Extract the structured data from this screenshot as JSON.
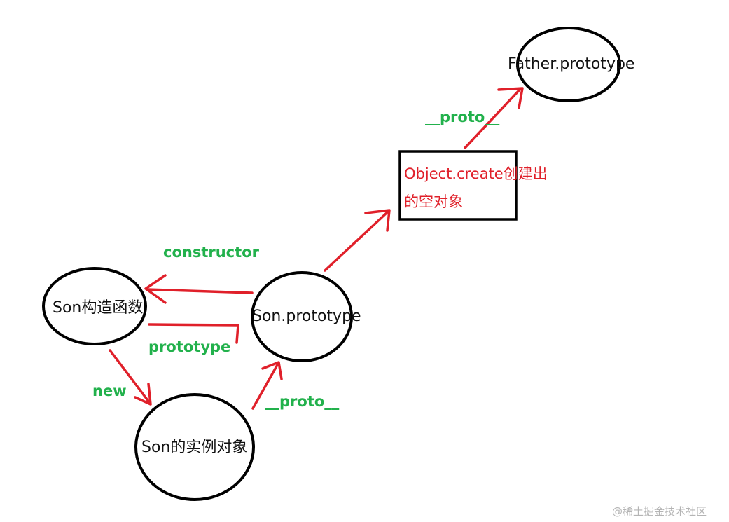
{
  "nodes": {
    "father_prototype": "Father.prototype",
    "object_create": {
      "line1": "Object.create创建出",
      "line2": "的空对象"
    },
    "son_constructor": "Son构造函数",
    "son_prototype": "Son.prototype",
    "son_instance": "Son的实例对象"
  },
  "edges": {
    "proto_top": "__proto__",
    "constructor": "constructor",
    "prototype": "prototype",
    "new": "new",
    "proto_bottom": "__proto__"
  },
  "watermark": "@稀土掘金技术社区",
  "colors": {
    "arrow": "#e0202a",
    "edge_label": "#22b14c",
    "box_text": "#e0202a",
    "outline": "#000000"
  }
}
